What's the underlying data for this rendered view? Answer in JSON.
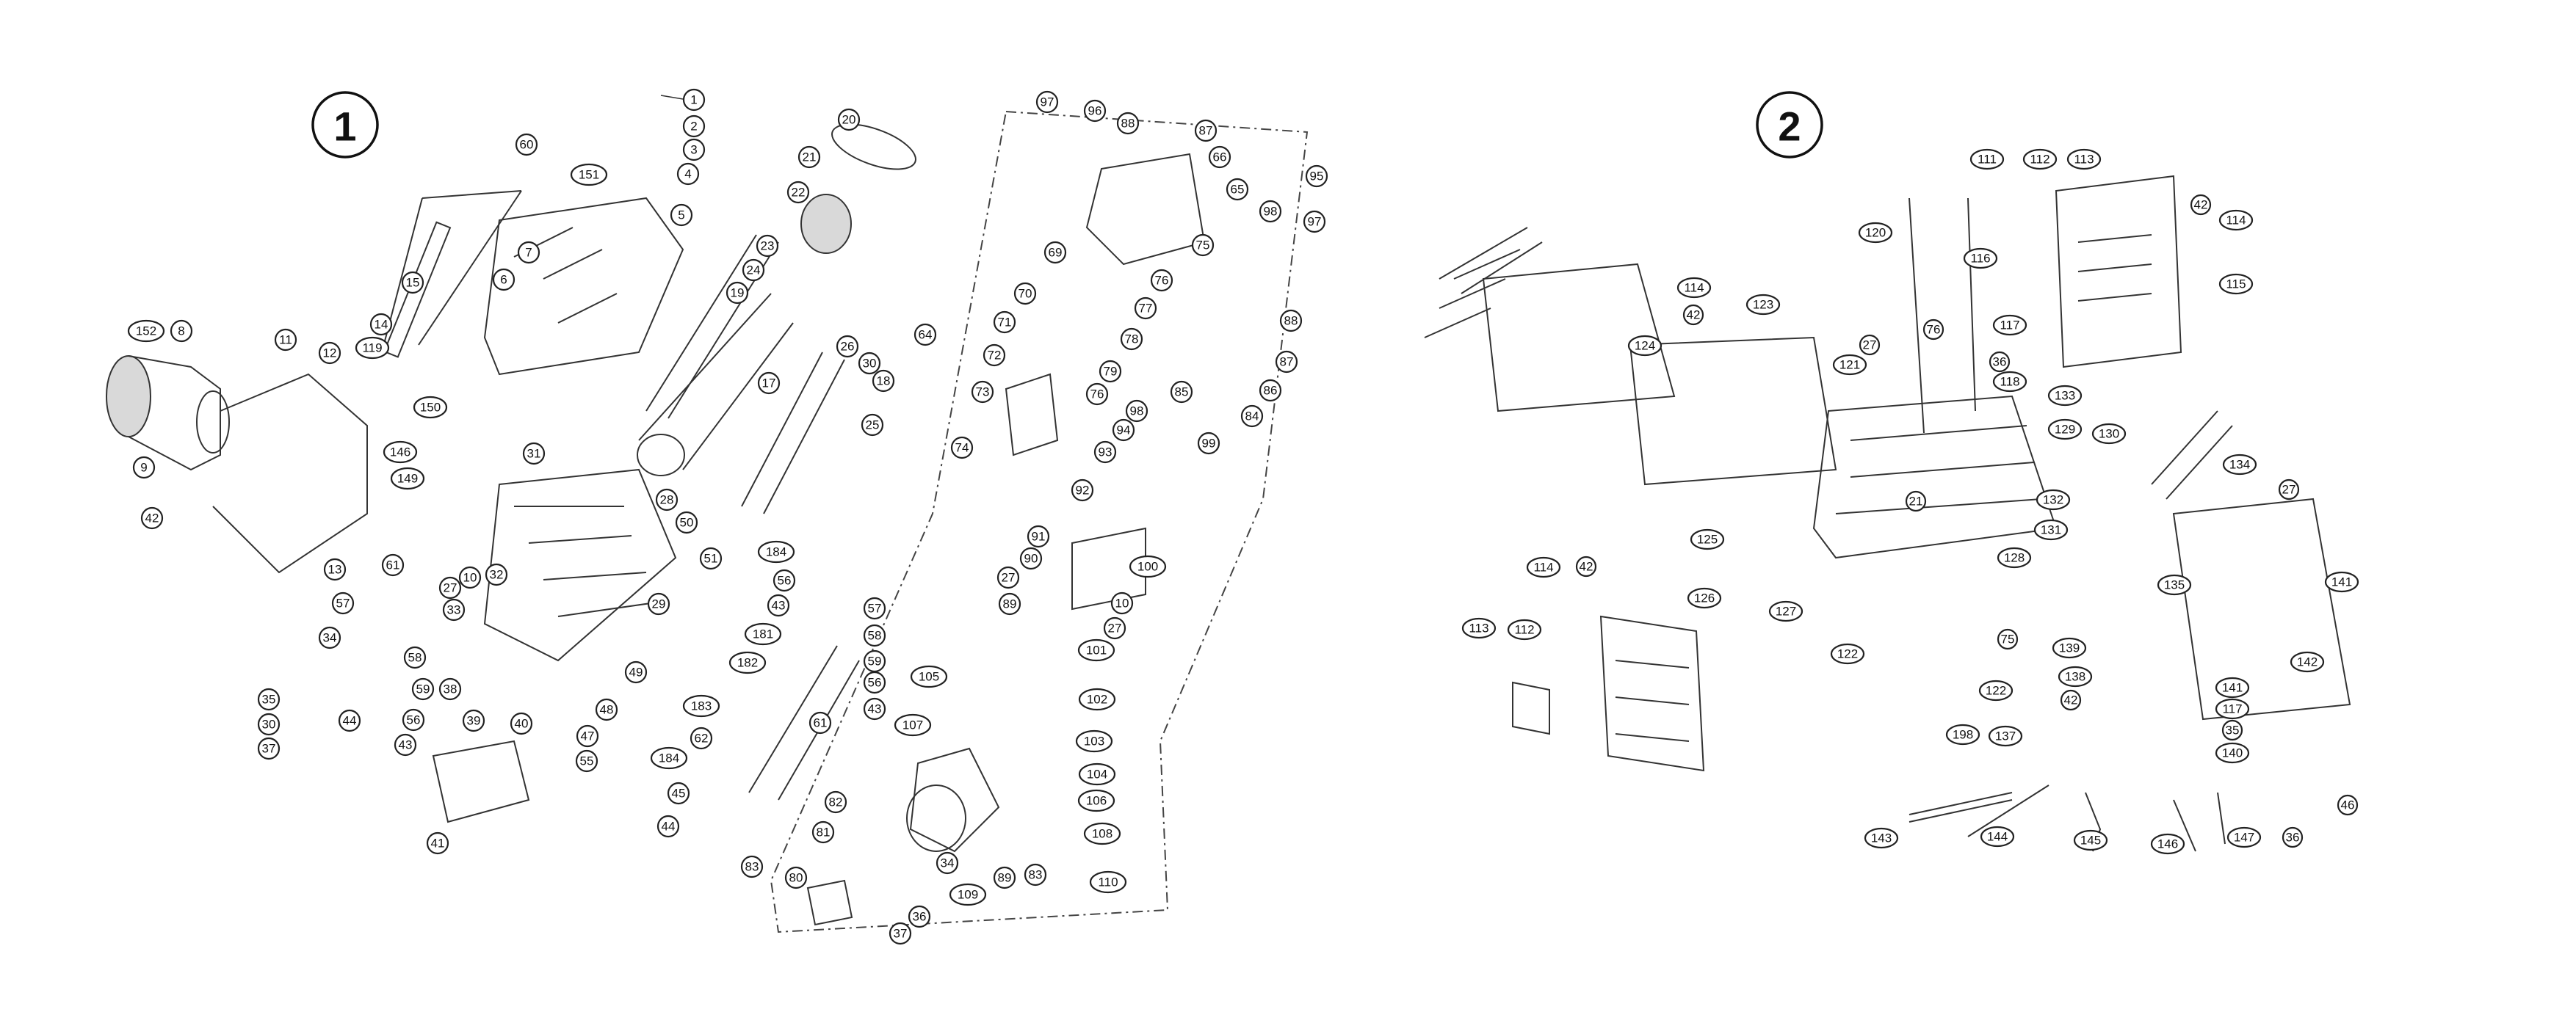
{
  "sections": [
    "1",
    "2"
  ],
  "diagram1": {
    "labels": [
      "1",
      "2",
      "3",
      "4",
      "151",
      "5",
      "60",
      "7",
      "6",
      "15",
      "152",
      "8",
      "11",
      "12",
      "14",
      "119",
      "150",
      "146",
      "149",
      "9",
      "42",
      "13",
      "61",
      "57",
      "34",
      "35",
      "30",
      "37",
      "44",
      "56",
      "43",
      "58",
      "59",
      "38",
      "39",
      "40",
      "47",
      "48",
      "49",
      "41",
      "27",
      "10",
      "33",
      "32",
      "31",
      "29",
      "28",
      "50",
      "51",
      "184",
      "181",
      "182",
      "183",
      "55",
      "184",
      "56",
      "43",
      "45",
      "62",
      "44",
      "83",
      "61",
      "57",
      "58",
      "59",
      "56",
      "43",
      "20",
      "21",
      "22",
      "23",
      "24",
      "19",
      "17",
      "26",
      "30",
      "18",
      "25",
      "97",
      "96",
      "88",
      "87",
      "66",
      "95",
      "65",
      "98",
      "97",
      "64",
      "69",
      "70",
      "71",
      "72",
      "73",
      "74",
      "75",
      "76",
      "77",
      "78",
      "79",
      "88",
      "87",
      "86",
      "85",
      "76",
      "84",
      "98",
      "93",
      "94",
      "99",
      "92",
      "91",
      "90",
      "27",
      "89",
      "100",
      "10",
      "27",
      "101",
      "102",
      "103",
      "104",
      "105",
      "106",
      "107",
      "108",
      "109",
      "110",
      "81",
      "82",
      "80",
      "36",
      "37",
      "34",
      "89",
      "83"
    ]
  },
  "diagram2": {
    "labels": [
      "111",
      "112",
      "113",
      "120",
      "116",
      "42",
      "114",
      "115",
      "114",
      "42",
      "123",
      "124",
      "27",
      "121",
      "76",
      "117",
      "36",
      "118",
      "133",
      "129",
      "130",
      "125",
      "126",
      "127",
      "21",
      "132",
      "131",
      "128",
      "122",
      "134",
      "27",
      "114",
      "42",
      "113",
      "112",
      "135",
      "141",
      "75",
      "139",
      "138",
      "42",
      "122",
      "137",
      "198",
      "142",
      "141",
      "117",
      "35",
      "140",
      "143",
      "144",
      "145",
      "146",
      "147",
      "36",
      "46"
    ]
  }
}
